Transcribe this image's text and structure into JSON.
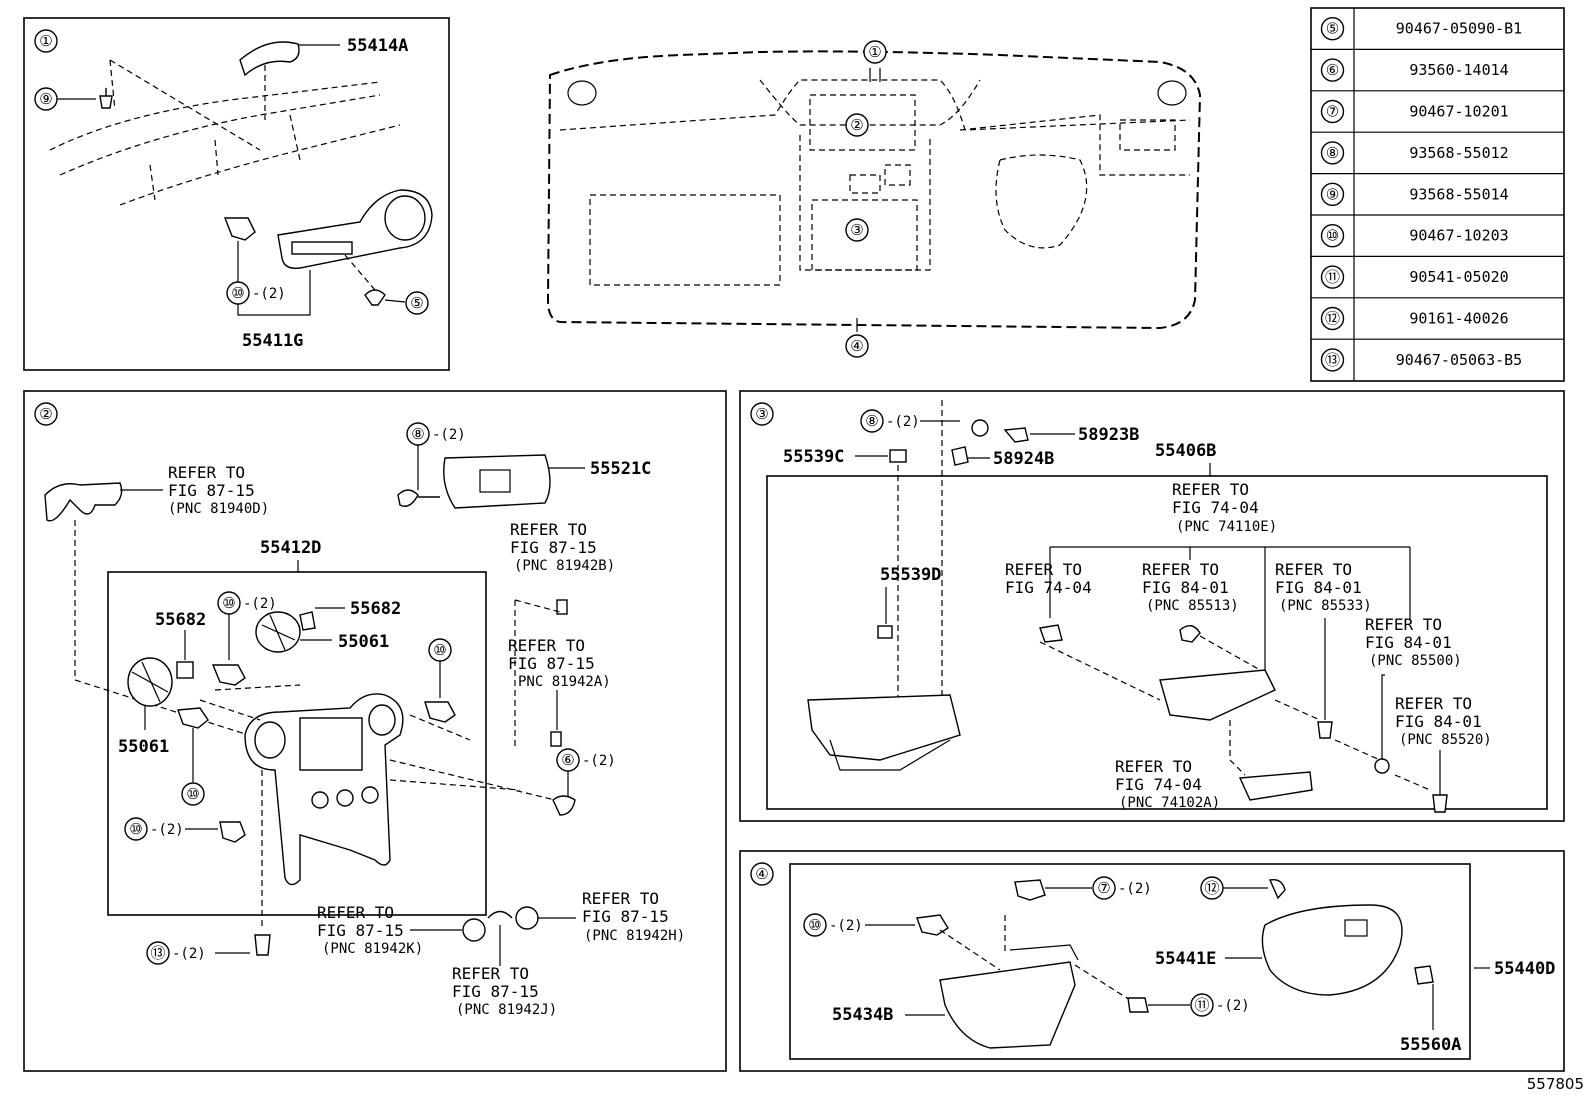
{
  "diagram_id": "557805",
  "fastener_table": [
    {
      "ref": "⑤",
      "part_number": "90467-05090-B1"
    },
    {
      "ref": "⑥",
      "part_number": "93560-14014"
    },
    {
      "ref": "⑦",
      "part_number": "90467-10201"
    },
    {
      "ref": "⑧",
      "part_number": "93568-55012"
    },
    {
      "ref": "⑨",
      "part_number": "93568-55014"
    },
    {
      "ref": "⑩",
      "part_number": "90467-10203"
    },
    {
      "ref": "⑪",
      "part_number": "90541-05020"
    },
    {
      "ref": "⑫",
      "part_number": "90161-40026"
    },
    {
      "ref": "⑬",
      "part_number": "90467-05063-B5"
    }
  ],
  "overview": {
    "callouts": [
      "①",
      "②",
      "③",
      "④"
    ]
  },
  "panel1": {
    "id": "①",
    "parts": {
      "cover": "55414A",
      "bezel": "55411G"
    },
    "fasteners": {
      "f9": "⑨",
      "f10": "⑩",
      "f10_qty": "-(2)",
      "f5": "⑤"
    }
  },
  "panel2": {
    "id": "②",
    "parts": {
      "cluster_panel": "55412D",
      "switch_panel": "55521C",
      "clip_left": "55682",
      "clip_right": "55682",
      "vent_right": "55061",
      "vent_left": "55061"
    },
    "refs": {
      "r1": [
        "REFER TO",
        "FIG 87-15",
        "(PNC 81940D)"
      ],
      "r2": [
        "REFER TO",
        "FIG 87-15",
        "(PNC 81942B)"
      ],
      "r3": [
        "REFER TO",
        "FIG 87-15",
        "PNC 81942A)"
      ],
      "r4": [
        "REFER TO",
        "FIG 87-15",
        "(PNC 81942K)"
      ],
      "r5": [
        "REFER TO",
        "FIG 87-15",
        "(PNC 81942H)"
      ],
      "r6": [
        "REFER TO",
        "FIG 87-15",
        "(PNC 81942J)"
      ]
    },
    "fasteners": {
      "f8": "⑧",
      "f8_qty": "-(2)",
      "f10a": "⑩",
      "f10a_qty": "-(2)",
      "f10b": "⑩",
      "f10c": "⑩",
      "f10d": "⑩",
      "f10d_qty": "-(2)",
      "f6": "⑥",
      "f6_qty": "-(2)",
      "f13": "⑬",
      "f13_qty": "-(2)"
    }
  },
  "panel3": {
    "id": "③",
    "parts": {
      "p1": "55539C",
      "p2": "58923B",
      "p3": "58924B",
      "p4": "55406B",
      "p5": "55539D"
    },
    "refs": {
      "r1": [
        "REFER TO",
        "FIG 74-04",
        "(PNC 74110E)"
      ],
      "r2": [
        "REFER TO",
        "FIG 74-04"
      ],
      "r3": [
        "REFER TO",
        "FIG 84-01",
        "(PNC 85513)"
      ],
      "r4": [
        "REFER TO",
        "FIG 84-01",
        "(PNC 85533)"
      ],
      "r5": [
        "REFER TO",
        "FIG 84-01",
        "(PNC 85500)"
      ],
      "r6": [
        "REFER TO",
        "FIG 84-01",
        "(PNC 85520)"
      ],
      "r7": [
        "REFER TO",
        "FIG 74-04",
        "(PNC 74102A)"
      ]
    },
    "fasteners": {
      "f8": "⑧",
      "f8_qty": "-(2)"
    }
  },
  "panel4": {
    "id": "④",
    "parts": {
      "p1": "55441E",
      "p2": "55440D",
      "p3": "55434B",
      "p4": "55560A"
    },
    "fasteners": {
      "f10": "⑩",
      "f10_qty": "-(2)",
      "f7": "⑦",
      "f7_qty": "-(2)",
      "f12": "⑫",
      "f11": "⑪",
      "f11_qty": "-(2)"
    }
  }
}
